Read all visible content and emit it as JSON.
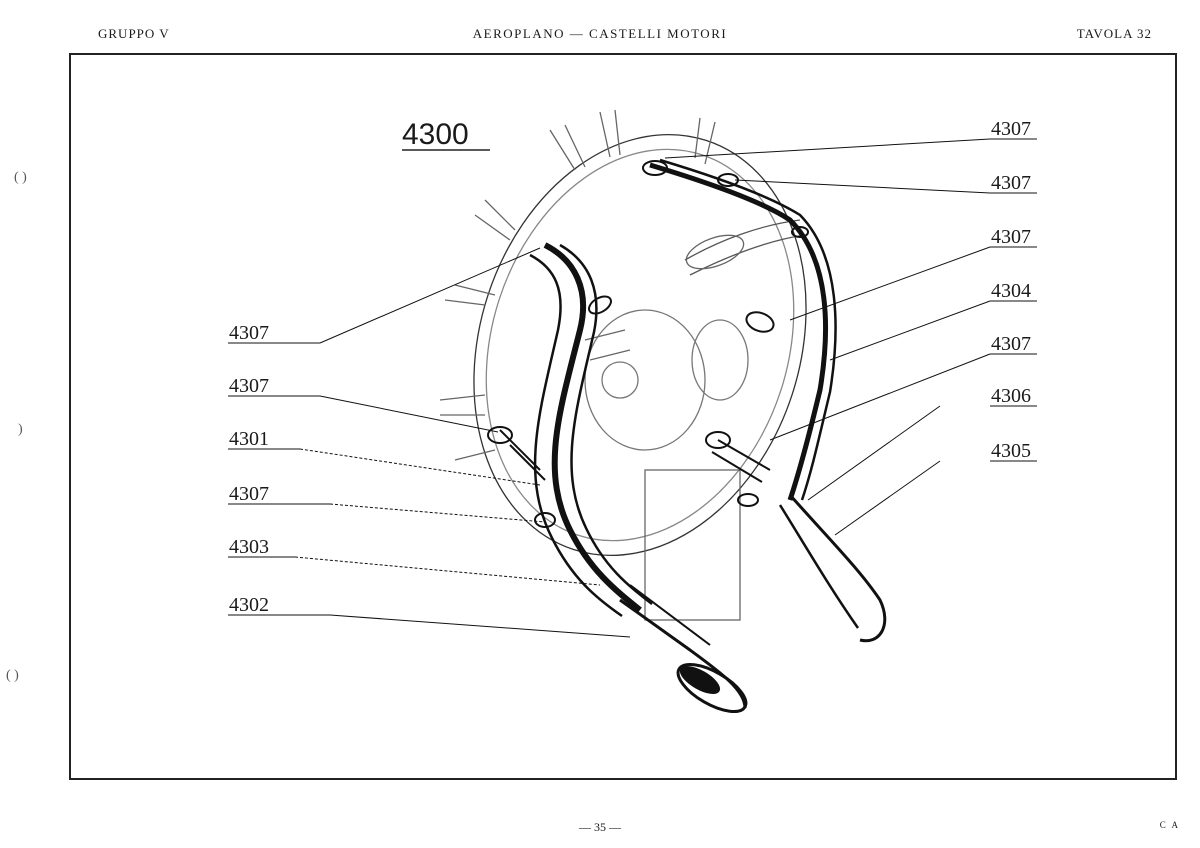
{
  "header": {
    "left": "GRUPPO V",
    "center": "AEROPLANO — CASTELLI MOTORI",
    "right": "TAVOLA 32"
  },
  "figure": {
    "assembly_number": "4300",
    "labels": {
      "r1": "4307",
      "r2": "4307",
      "r3": "4307",
      "r4": "4304",
      "r5": "4307",
      "r6": "4306",
      "r7": "4305",
      "l1": "4307",
      "l2": "4307",
      "l3": "4301",
      "l4": "4307",
      "l5": "4303",
      "l6": "4302"
    }
  },
  "footer": {
    "page": "— 35 —",
    "right_mark": "C A"
  },
  "icons": {
    "engine": "radial-engine-exhaust-drawing-icon"
  }
}
